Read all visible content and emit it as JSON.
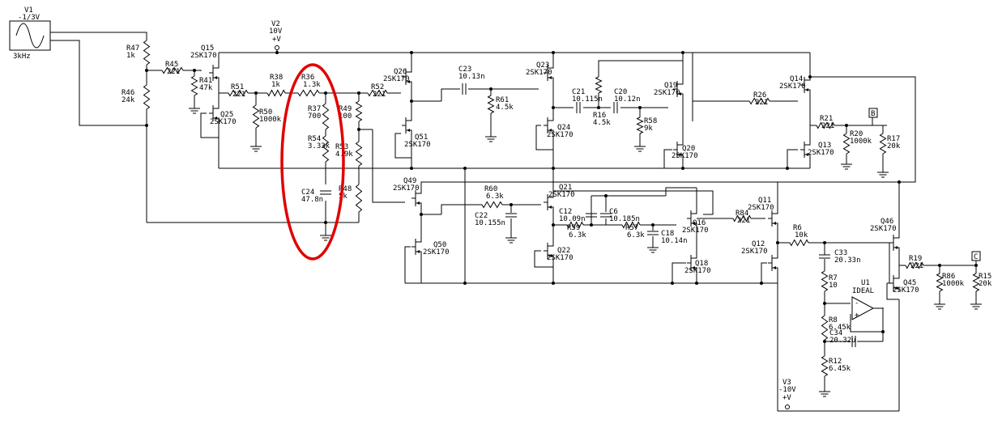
{
  "source": {
    "name": "V1",
    "value": "-1/3V",
    "freq": "3kHz"
  },
  "supplies": [
    {
      "name": "V2",
      "value": "10V",
      "sign": "+V"
    },
    {
      "name": "V3",
      "value": "-10V",
      "sign": "+V"
    }
  ],
  "resistors": [
    {
      "name": "R47",
      "value": "1k"
    },
    {
      "name": "R46",
      "value": "24k"
    },
    {
      "name": "R45",
      "value": "221"
    },
    {
      "name": "R41",
      "value": "47k"
    },
    {
      "name": "R51",
      "value": "221"
    },
    {
      "name": "R50",
      "value": "1000k"
    },
    {
      "name": "R38",
      "value": "1k"
    },
    {
      "name": "R36",
      "value": "1.3k"
    },
    {
      "name": "R37",
      "value": "700"
    },
    {
      "name": "R54",
      "value": "3.33k"
    },
    {
      "name": "R49",
      "value": "100"
    },
    {
      "name": "R53",
      "value": "4.9k"
    },
    {
      "name": "R48",
      "value": "5k"
    },
    {
      "name": "R52",
      "value": "221"
    },
    {
      "name": "R61",
      "value": "4.5k"
    },
    {
      "name": "R16",
      "value": "4.5k"
    },
    {
      "name": "R58",
      "value": "9k"
    },
    {
      "name": "R26",
      "value": "221"
    },
    {
      "name": "R21",
      "value": "221"
    },
    {
      "name": "R20",
      "value": "1000k"
    },
    {
      "name": "R17",
      "value": "20k"
    },
    {
      "name": "R60",
      "value": "6.3k"
    },
    {
      "name": "R59",
      "value": "6.3k"
    },
    {
      "name": "R57",
      "value": "6.3k"
    },
    {
      "name": "R84",
      "value": "221"
    },
    {
      "name": "R6",
      "value": "10k"
    },
    {
      "name": "R7",
      "value": "10"
    },
    {
      "name": "R8",
      "value": "6.45k"
    },
    {
      "name": "R12",
      "value": "6.45k"
    },
    {
      "name": "R19",
      "value": "221"
    },
    {
      "name": "R86",
      "value": "1000k"
    },
    {
      "name": "R15",
      "value": "20k"
    }
  ],
  "capacitors": [
    {
      "name": "C24",
      "value": "47.8n"
    },
    {
      "name": "C23",
      "value": "10.13n"
    },
    {
      "name": "C21",
      "value": "10.115n"
    },
    {
      "name": "C20",
      "value": "10.12n"
    },
    {
      "name": "C22",
      "value": "10.155n"
    },
    {
      "name": "C12",
      "value": "10.09n"
    },
    {
      "name": "C6",
      "value": "10.185n"
    },
    {
      "name": "C18",
      "value": "10.14n"
    },
    {
      "name": "C33",
      "value": "20.33n"
    },
    {
      "name": "C34",
      "value": "20.32u"
    }
  ],
  "transistors": [
    {
      "name": "Q15",
      "model": "2SK170"
    },
    {
      "name": "Q25",
      "model": "2SK170"
    },
    {
      "name": "Q26",
      "model": "2SK170"
    },
    {
      "name": "Q51",
      "model": "2SK170"
    },
    {
      "name": "Q23",
      "model": "2SK170"
    },
    {
      "name": "Q24",
      "model": "2SK170"
    },
    {
      "name": "Q19",
      "model": "2SK170"
    },
    {
      "name": "Q20",
      "model": "2SK170"
    },
    {
      "name": "Q14",
      "model": "2SK170"
    },
    {
      "name": "Q13",
      "model": "2SK170"
    },
    {
      "name": "Q49",
      "model": "2SK170"
    },
    {
      "name": "Q50",
      "model": "2SK170"
    },
    {
      "name": "Q21",
      "model": "2SK170"
    },
    {
      "name": "Q22",
      "model": "2SK170"
    },
    {
      "name": "Q16",
      "model": "2SK170"
    },
    {
      "name": "Q18",
      "model": "2SK170"
    },
    {
      "name": "Q11",
      "model": "2SK170"
    },
    {
      "name": "Q12",
      "model": "2SK170"
    },
    {
      "name": "Q46",
      "model": "2SK170"
    },
    {
      "name": "Q45",
      "model": "2SK170"
    }
  ],
  "opamp": {
    "name": "U1",
    "model": "IDEAL"
  },
  "ports": [
    {
      "label": "B"
    },
    {
      "label": "C"
    }
  ],
  "colors": {
    "wire": "#000000",
    "highlight": "#e00000",
    "background": "#ffffff"
  }
}
